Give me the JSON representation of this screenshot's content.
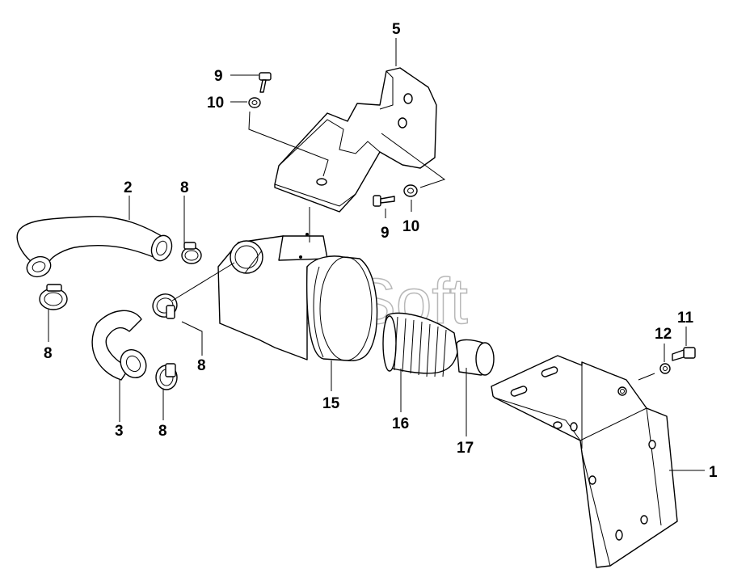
{
  "watermark": "AutoSoft",
  "callouts": {
    "c5": "5",
    "c9_top": "9",
    "c10_top": "10",
    "c9_mid": "9",
    "c10_mid": "10",
    "c2": "2",
    "c8_top": "8",
    "c8_left": "8",
    "c8_mid": "8",
    "c8_bottom": "8",
    "c3": "3",
    "c15": "15",
    "c16": "16",
    "c17": "17",
    "c11": "11",
    "c12": "12",
    "c1": "1"
  }
}
